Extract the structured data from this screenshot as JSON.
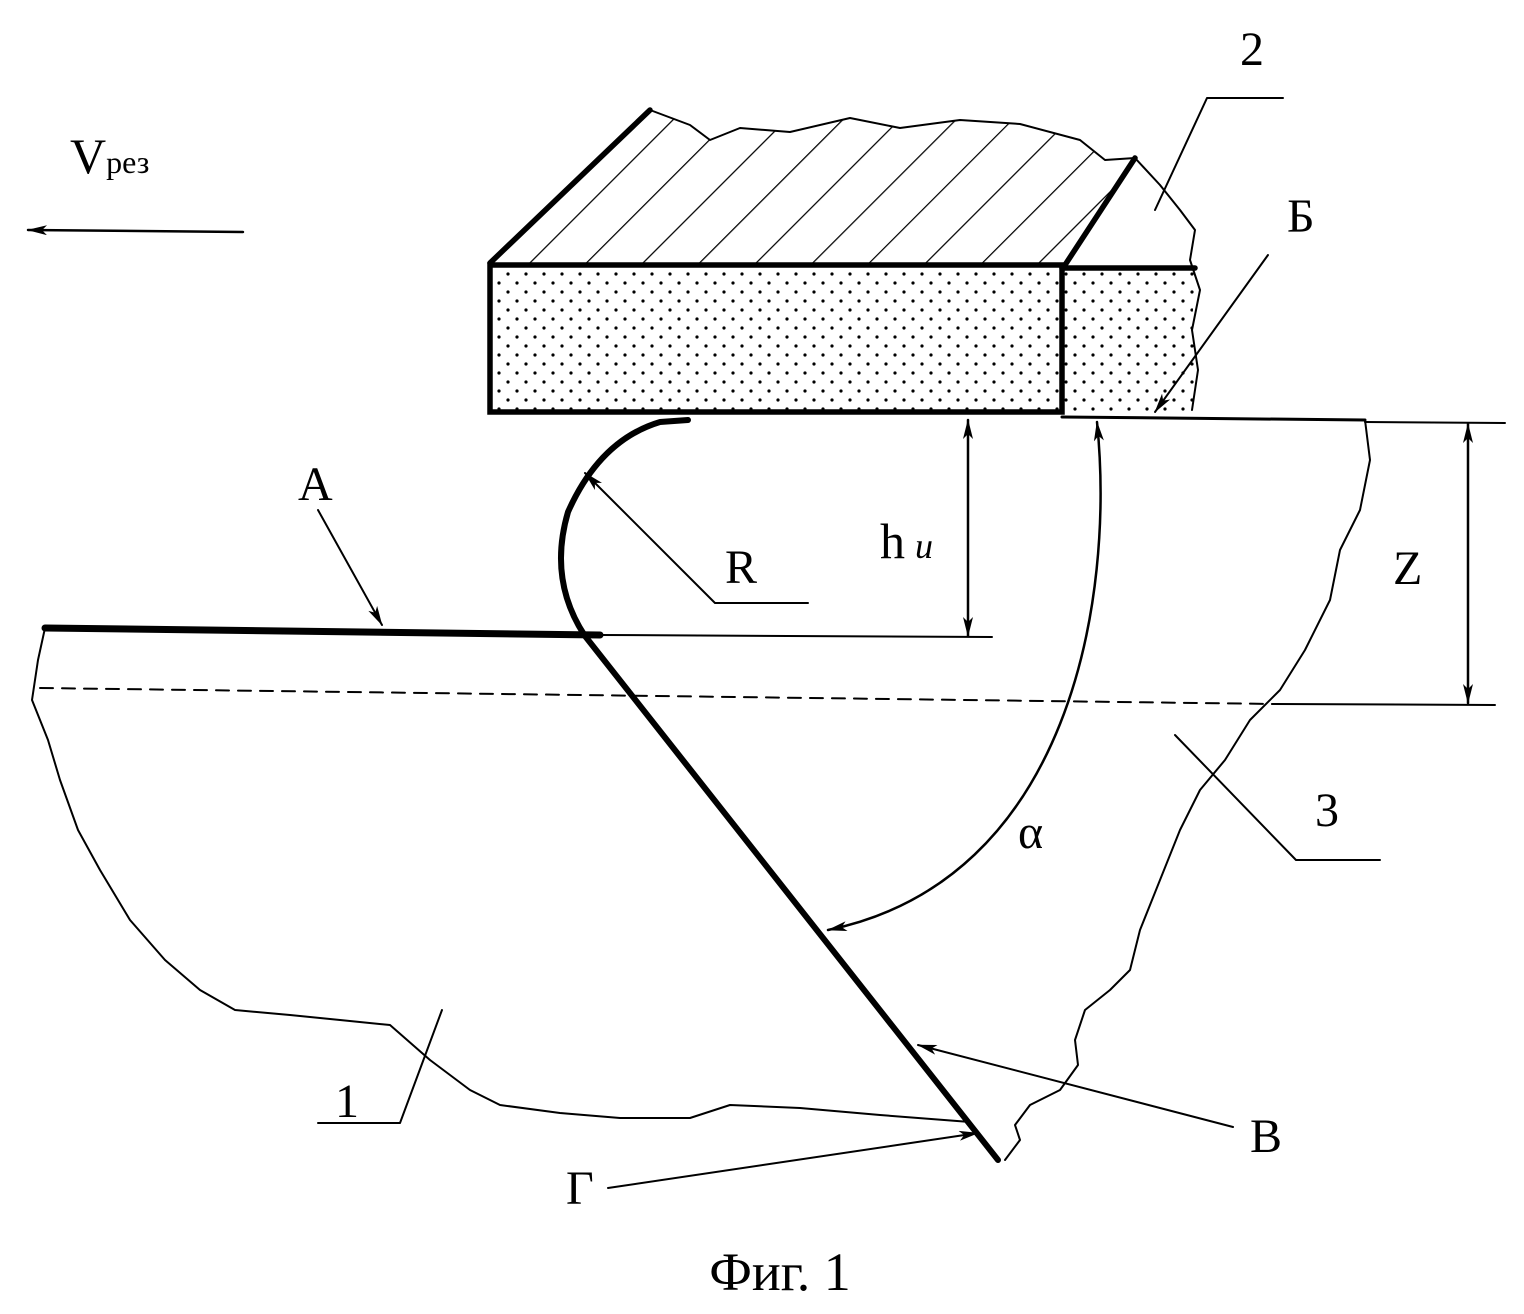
{
  "labels": {
    "velocity_main": "V",
    "velocity_sub": "рез",
    "tool_number": "2",
    "label_b": "Б",
    "label_a": "А",
    "radius": "R",
    "depth_main": "h",
    "depth_sub": "и",
    "allowance": "Z",
    "workpiece_number": "3",
    "angle": "α",
    "part_number": "1",
    "label_v": "В",
    "label_g": "Г"
  },
  "caption": "Фиг. 1"
}
